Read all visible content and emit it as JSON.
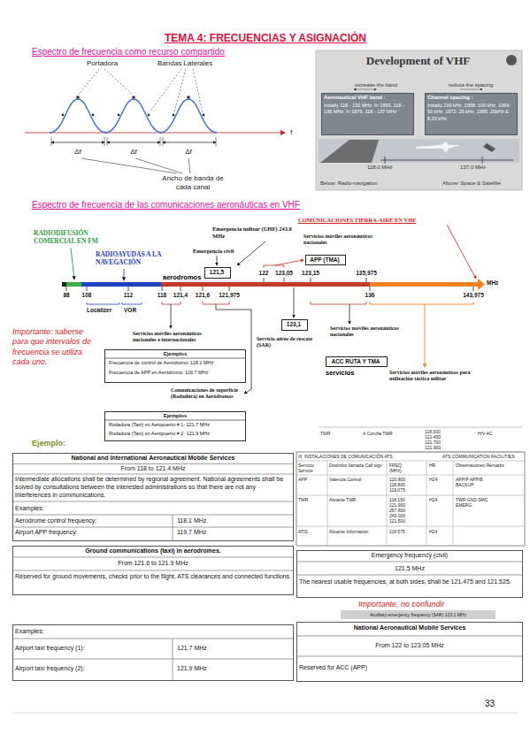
{
  "diagram": {
    "title": "TEMA 4: FRECUENCIAS Y ASIGNACIÓN",
    "nodes": [
      {
        "text": [
          "Development of VHF"
        ]
      },
      {
        "text": [
          "Aeronautical VHF band :",
          "Initially 118 - 132 MHz, In 1959, 118 - 136 MHz, In 1979, 118 - 137 MHz"
        ],
        "in": 0
      },
      {
        "text": [
          "Channel spacing :",
          "Initially 200 kHz, 1958: 100 kHz, 1964: 50 kHz, 1972: 25 kHz, 1995: 25kHz & 8.33 kHz"
        ],
        "in": 0
      },
      {
        "text": [
          "121,5"
        ]
      },
      {
        "text": [
          "APP (TMA)"
        ]
      },
      {
        "text": [
          "123,1"
        ]
      },
      {
        "text": [
          "ACC RUTA Y TMA"
        ]
      },
      {
        "text": [
          "Ejemplos",
          "Frecuencia de control de Aeródromo: 118.1 MHz",
          "Frecuencia de APP en Aeródromo: 119.7 MHz"
        ]
      },
      {
        "text": [
          "Ejemplos",
          "Rodadura (Taxi) en Aeropuerto # 1: 121.7 MHz",
          "Rodadura (Taxi) en Aeropuerto # 2: 121.9 MHz"
        ]
      },
      {
        "text": [
          "National and International Aeronautical Mobile Services",
          "From 118 to 121.4 MHz",
          "Intermediate allocations shall be determined by regional agreement. National agreements shall be solved by consultations between the interested administrations so that there are not any interferences in communications.",
          "Examples:",
          "Aerodrome control frequency:",
          "118.1 MHz",
          "Airport APP frequency:",
          "119.7 MHz"
        ]
      },
      {
        "text": [
          "Ground communications (taxi) in aerodromes.",
          "From 121.6 to 121.9 MHz",
          "Reserved for ground movements, checks prior to the flight, ATS clearances and connected functions."
        ]
      },
      {
        "text": [
          "Examples:",
          "Airport taxi frequency (1):",
          "121.7 MHz",
          "Airport taxi frequency (2):",
          "121.9 MHz"
        ]
      },
      {
        "text": [
          "Emergency frequency (civil)",
          "121.5 MHz",
          "The nearest usable frequencies, at both sides, shall be 121.475 and 121.525."
        ]
      },
      {
        "text": [
          "National Aeronautical Mobile Services",
          "From 122 to 123.05 MHz",
          "Reserved for ACC (APP)"
        ]
      }
    ],
    "labels": [
      "Espectro de frecuencia como recurso compartido",
      "Portadora",
      "Bandas Laterales",
      "increase the band",
      "reduce the spacing",
      "118.0 MHz",
      "137.0 MHz",
      "f",
      "Δf",
      "Δf",
      "Δf",
      "Ancho de banda de cada canal",
      "Below: Radio-navigation",
      "Above: Space & Satellite",
      "Espectro de frecuencia de las comunicaciones aeronáuticas en VHF",
      "COMUNICACIONES TIERRA-AIRE EN VHF",
      "RADIODIFUSIÓN COMERCIAL EN FM",
      "Emergencia militar (UHF) 243.0 MHz",
      "Servicios móviles aeronáuticos nacionales",
      "Emergencia civil",
      "RADIOAYUDAS A LA NAVEGACIÓN",
      "aerodromos",
      "122",
      "123,05",
      "123,15",
      "135,975",
      "MHz",
      "88",
      "108",
      "112",
      "118",
      "121,4",
      "121,6",
      "121,975",
      "136",
      "143,975",
      "Localizer",
      "VOR",
      "Importante: saberse para que intervalos de frecuencia se utiliza cada uno.",
      "Servicios móviles aeronáuticos nacionales e internacionales",
      "Servicio aéreo de rescate (SAR)",
      "Servicios móviles aeronáuticos nacionales",
      "servicios",
      "Servicios móviles aeronáuticos para utilización táctica militar",
      "Comunicaciones de superficie (Rodadura) en Aeródromos",
      "Ejemplo:",
      "TWR",
      "A Coruña TWR",
      "118.300 121.400 121.700 121.900",
      "H/V AC",
      "III. INSTALACIONES DE COMUNICACIÓN ATS",
      "ATS COMMUNICATION FACILITIES",
      "Servicio Service",
      "Distintivo llamada Call sign",
      "FREQ (MHz)",
      "HR",
      "Observaciones Remarks",
      "APP",
      "Valencia Control",
      "120.800 118.800 119.075",
      "H24",
      "APP/P APP/B BACKUP",
      "TWR",
      "Alicante TWR",
      "118.150 121.900 257.800 243.000 121.500",
      "H24",
      "TWR GND SMC EMERG",
      "ATIS",
      "Alicante Information",
      "118.575",
      "H24",
      "Importante, no confundir",
      "Auxiliary emergency frequency (SAR) 123.1 MHz",
      "33"
    ]
  }
}
